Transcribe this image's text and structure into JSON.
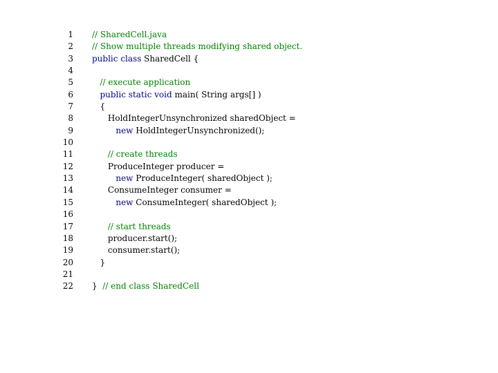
{
  "code_lines": [
    {
      "number": "1",
      "tokens": [
        {
          "kind": "comment",
          "text": "// SharedCell.java"
        }
      ]
    },
    {
      "number": "2",
      "tokens": [
        {
          "kind": "comment",
          "text": "// Show multiple threads modifying shared object."
        }
      ]
    },
    {
      "number": "3",
      "tokens": [
        {
          "kind": "keyword",
          "text": "public"
        },
        {
          "kind": "plain",
          "text": " "
        },
        {
          "kind": "keyword",
          "text": "class"
        },
        {
          "kind": "plain",
          "text": " SharedCell {"
        }
      ]
    },
    {
      "number": "4",
      "tokens": []
    },
    {
      "number": "5",
      "tokens": [
        {
          "kind": "plain",
          "text": "   "
        },
        {
          "kind": "comment",
          "text": "// execute application"
        }
      ]
    },
    {
      "number": "6",
      "tokens": [
        {
          "kind": "plain",
          "text": "   "
        },
        {
          "kind": "keyword",
          "text": "public"
        },
        {
          "kind": "plain",
          "text": " "
        },
        {
          "kind": "keyword",
          "text": "static"
        },
        {
          "kind": "plain",
          "text": " "
        },
        {
          "kind": "keyword",
          "text": "void"
        },
        {
          "kind": "plain",
          "text": " main( String args[] )"
        }
      ]
    },
    {
      "number": "7",
      "tokens": [
        {
          "kind": "plain",
          "text": "   {"
        }
      ]
    },
    {
      "number": "8",
      "tokens": [
        {
          "kind": "plain",
          "text": "      HoldIntegerUnsynchronized sharedObject ="
        }
      ]
    },
    {
      "number": "9",
      "tokens": [
        {
          "kind": "plain",
          "text": "         "
        },
        {
          "kind": "keyword",
          "text": "new"
        },
        {
          "kind": "plain",
          "text": " HoldIntegerUnsynchronized();"
        }
      ]
    },
    {
      "number": "10",
      "tokens": []
    },
    {
      "number": "11",
      "tokens": [
        {
          "kind": "plain",
          "text": "      "
        },
        {
          "kind": "comment",
          "text": "// create threads"
        }
      ]
    },
    {
      "number": "12",
      "tokens": [
        {
          "kind": "plain",
          "text": "      ProduceInteger producer ="
        }
      ]
    },
    {
      "number": "13",
      "tokens": [
        {
          "kind": "plain",
          "text": "         "
        },
        {
          "kind": "keyword",
          "text": "new"
        },
        {
          "kind": "plain",
          "text": " ProduceInteger( sharedObject );"
        }
      ]
    },
    {
      "number": "14",
      "tokens": [
        {
          "kind": "plain",
          "text": "      ConsumeInteger consumer ="
        }
      ]
    },
    {
      "number": "15",
      "tokens": [
        {
          "kind": "plain",
          "text": "         "
        },
        {
          "kind": "keyword",
          "text": "new"
        },
        {
          "kind": "plain",
          "text": " ConsumeInteger( sharedObject );"
        }
      ]
    },
    {
      "number": "16",
      "tokens": []
    },
    {
      "number": "17",
      "tokens": [
        {
          "kind": "plain",
          "text": "      "
        },
        {
          "kind": "comment",
          "text": "// start threads"
        }
      ]
    },
    {
      "number": "18",
      "tokens": [
        {
          "kind": "plain",
          "text": "      producer.start();"
        }
      ]
    },
    {
      "number": "19",
      "tokens": [
        {
          "kind": "plain",
          "text": "      consumer.start();"
        }
      ]
    },
    {
      "number": "20",
      "tokens": [
        {
          "kind": "plain",
          "text": "   }"
        }
      ]
    },
    {
      "number": "21",
      "tokens": []
    },
    {
      "number": "22",
      "tokens": [
        {
          "kind": "plain",
          "text": "}  "
        },
        {
          "kind": "comment",
          "text": "// end class SharedCell"
        }
      ]
    }
  ],
  "colors": {
    "keyword": "#000080",
    "comment": "#008000",
    "plain": "#000000",
    "background": "#ffffff"
  }
}
